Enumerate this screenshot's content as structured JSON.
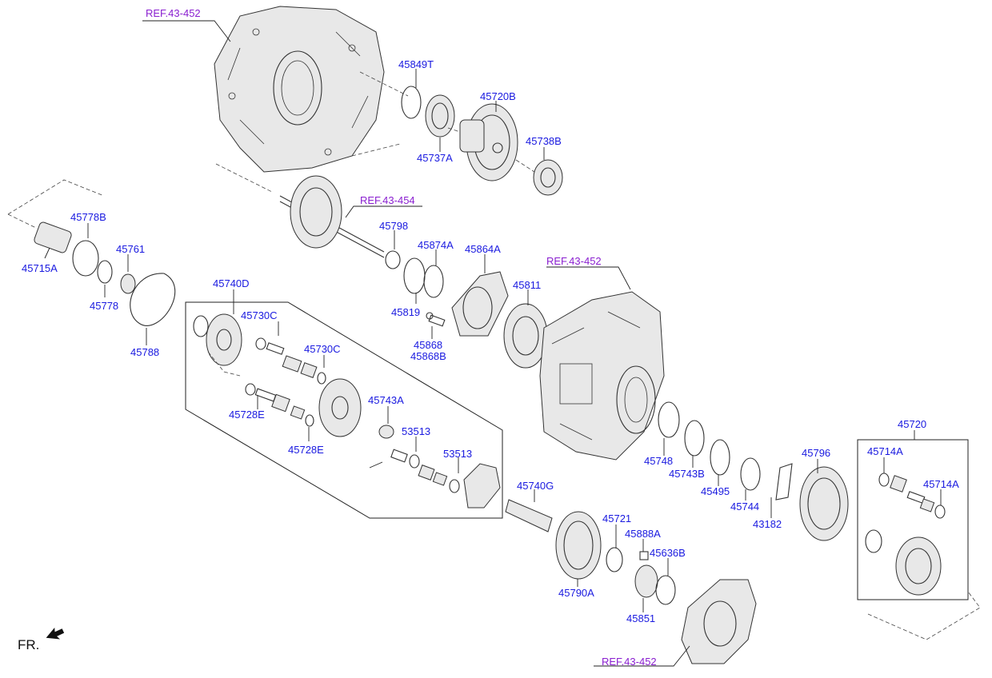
{
  "labels": {
    "ref_top": "REF.43-452",
    "p45849t": "45849T",
    "p45720b": "45720B",
    "p45737a": "45737A",
    "p45738b": "45738B",
    "ref_shaft": "REF.43-454",
    "p45778b": "45778B",
    "p45761": "45761",
    "p45715a": "45715A",
    "p45778": "45778",
    "p45788": "45788",
    "p45740d": "45740D",
    "p45730c_1": "45730C",
    "p45730c_2": "45730C",
    "p45798": "45798",
    "p45874a": "45874A",
    "p45864a": "45864A",
    "ref_case": "REF.43-452",
    "p45819": "45819",
    "p45811": "45811",
    "p45868": "45868",
    "p45868b": "45868B",
    "p45743a": "45743A",
    "p45728e_1": "45728E",
    "p45728e_2": "45728E",
    "p53513_1": "53513",
    "p53513_2": "53513",
    "p45748": "45748",
    "p45743b": "45743B",
    "p45495": "45495",
    "p45744": "45744",
    "p43182": "43182",
    "p45796": "45796",
    "p45720": "45720",
    "p45714a_1": "45714A",
    "p45714a_2": "45714A",
    "p45740g": "45740G",
    "p45721": "45721",
    "p45888a": "45888A",
    "p45636b": "45636B",
    "p45790a": "45790A",
    "p45851": "45851",
    "ref_bottom": "REF.43-452",
    "fr": "FR."
  }
}
